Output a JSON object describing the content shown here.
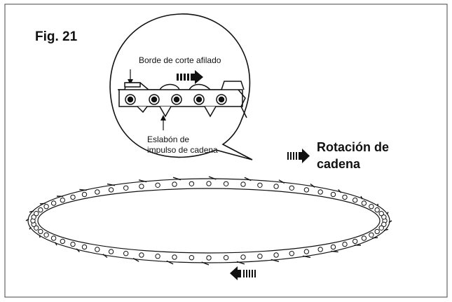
{
  "figure": {
    "title": "Fig. 21",
    "callout_top_label": "Borde de corte afilado",
    "callout_bottom_label_line1": "Eslabón de",
    "callout_bottom_label_line2": "impulso de cadena",
    "rotation_label_line1": "Rotación de",
    "rotation_label_line2": "cadena"
  },
  "colors": {
    "stroke": "#111111",
    "background": "#ffffff",
    "frame": "#444444"
  },
  "icons": {
    "rotation_arrow_top": "arrow-right-icon",
    "rotation_arrow_bottom": "arrow-left-icon",
    "callout_arrow": "arrow-right-icon"
  }
}
